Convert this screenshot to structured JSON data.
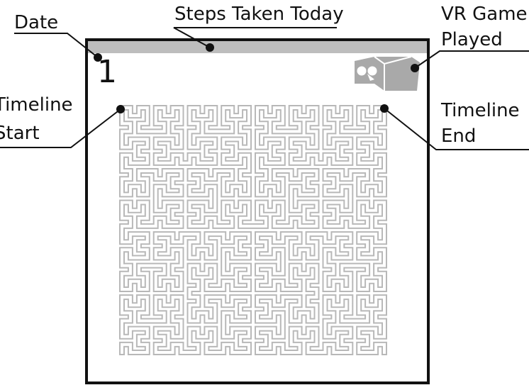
{
  "labels": {
    "date": "Date",
    "steps": "Steps Taken Today",
    "vr_line1": "VR Game",
    "vr_line2": "Played",
    "tl_start_line1": "Timeline",
    "tl_start_line2": "Start",
    "tl_end_line1": "Timeline",
    "tl_end_line2": "End"
  },
  "day_number": "1",
  "steps_bar_fill": 1.0,
  "colors": {
    "frame": "#111111",
    "steps_bar": "#bdbdbd",
    "path": "#b8b8b8",
    "vr_icon": "#a9a9a9",
    "callout": "#111111"
  },
  "icons": [
    "vr-headset-icon"
  ]
}
